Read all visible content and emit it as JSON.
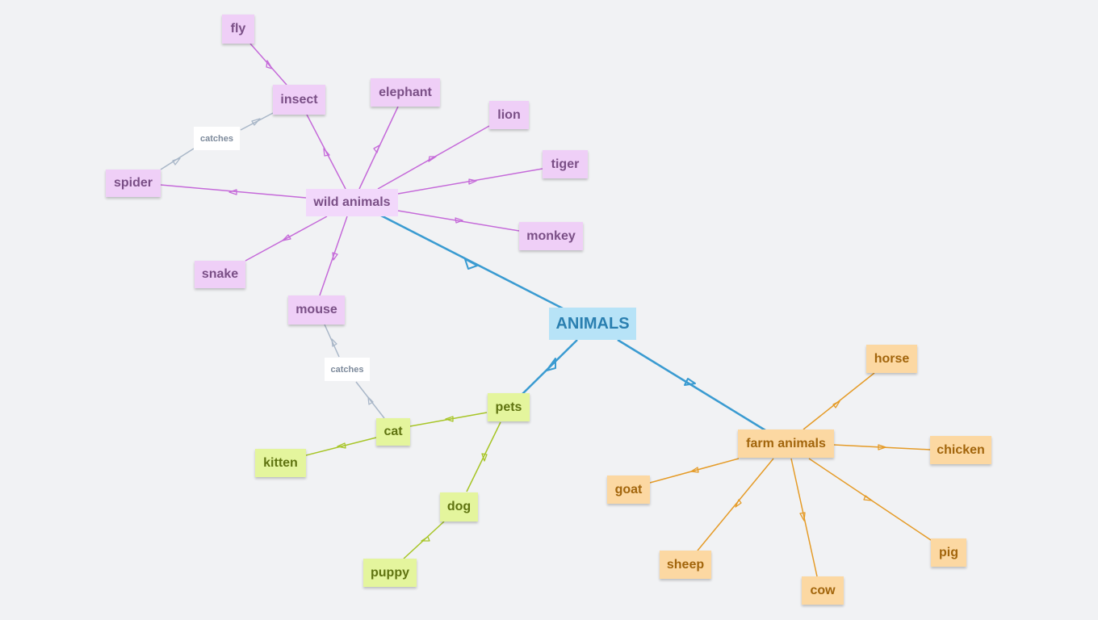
{
  "root": {
    "label": "ANIMALS"
  },
  "categories": {
    "wild": {
      "label": "wild animals",
      "children": [
        "fly",
        "insect",
        "elephant",
        "lion",
        "tiger",
        "monkey",
        "spider",
        "snake",
        "mouse"
      ]
    },
    "pets": {
      "label": "pets",
      "children": [
        "cat",
        "kitten",
        "dog",
        "puppy"
      ]
    },
    "farm": {
      "label": "farm animals",
      "children": [
        "horse",
        "chicken",
        "goat",
        "sheep",
        "cow",
        "pig"
      ]
    }
  },
  "link_labels": [
    "catches",
    "catches"
  ],
  "colors": {
    "root_edge": "#3a9bd1",
    "wild_edge": "#c56ad9",
    "pet_edge": "#a7c526",
    "farm_edge": "#e59b27",
    "relation_edge": "#a9b7c8"
  }
}
